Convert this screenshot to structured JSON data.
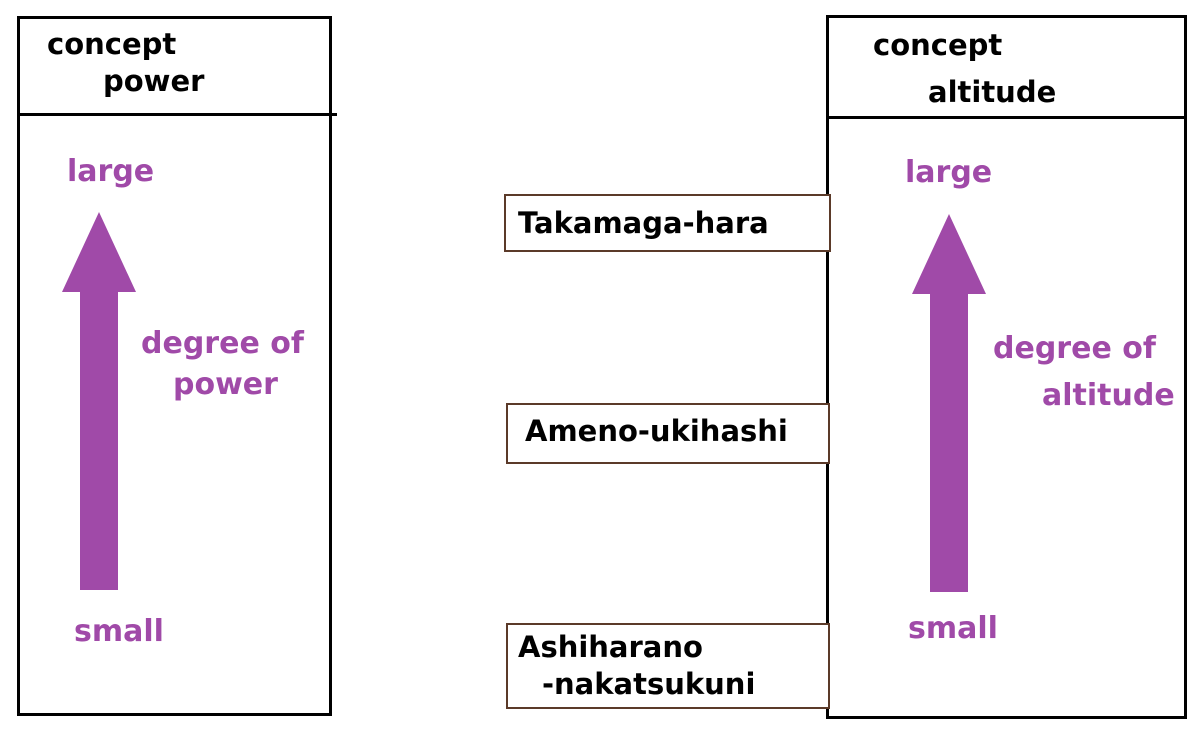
{
  "left_concept": {
    "line1": "concept",
    "line2": "power",
    "large": "large",
    "small": "small",
    "degree_line1": "degree of",
    "degree_line2": "power"
  },
  "right_concept": {
    "line1": "concept",
    "line2": "altitude",
    "large": "large",
    "small": "small",
    "degree_line1": "degree of",
    "degree_line2": "altitude"
  },
  "places": {
    "top": "Takamaga-hara",
    "middle": "Ameno-ukihashi",
    "bottom_line1": "Ashiharano",
    "bottom_line2": "-nakatsukuni"
  },
  "colors": {
    "arrow": "#a04aa8",
    "label": "#a04aa8",
    "place_border": "#5b3a29"
  }
}
